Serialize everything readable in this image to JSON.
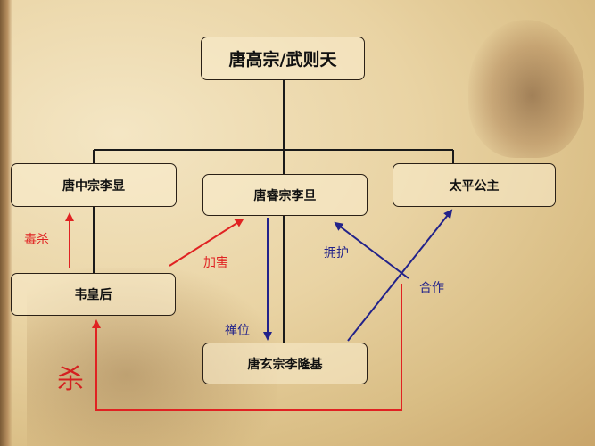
{
  "nodes": {
    "root": "唐高宗/武则天",
    "zhongzong": "唐中宗李显",
    "ruizong": "唐睿宗李旦",
    "taiping": "太平公主",
    "weihou": "韦皇后",
    "xuanzong": "唐玄宗李隆基"
  },
  "edges": {
    "poison": "毒杀",
    "harm": "加害",
    "abdicate": "禅位",
    "support": "拥护",
    "cooperate": "合作",
    "kill": "杀"
  },
  "colors": {
    "red": "#e02222",
    "blue": "#22228a",
    "line": "#1a1a1a"
  }
}
